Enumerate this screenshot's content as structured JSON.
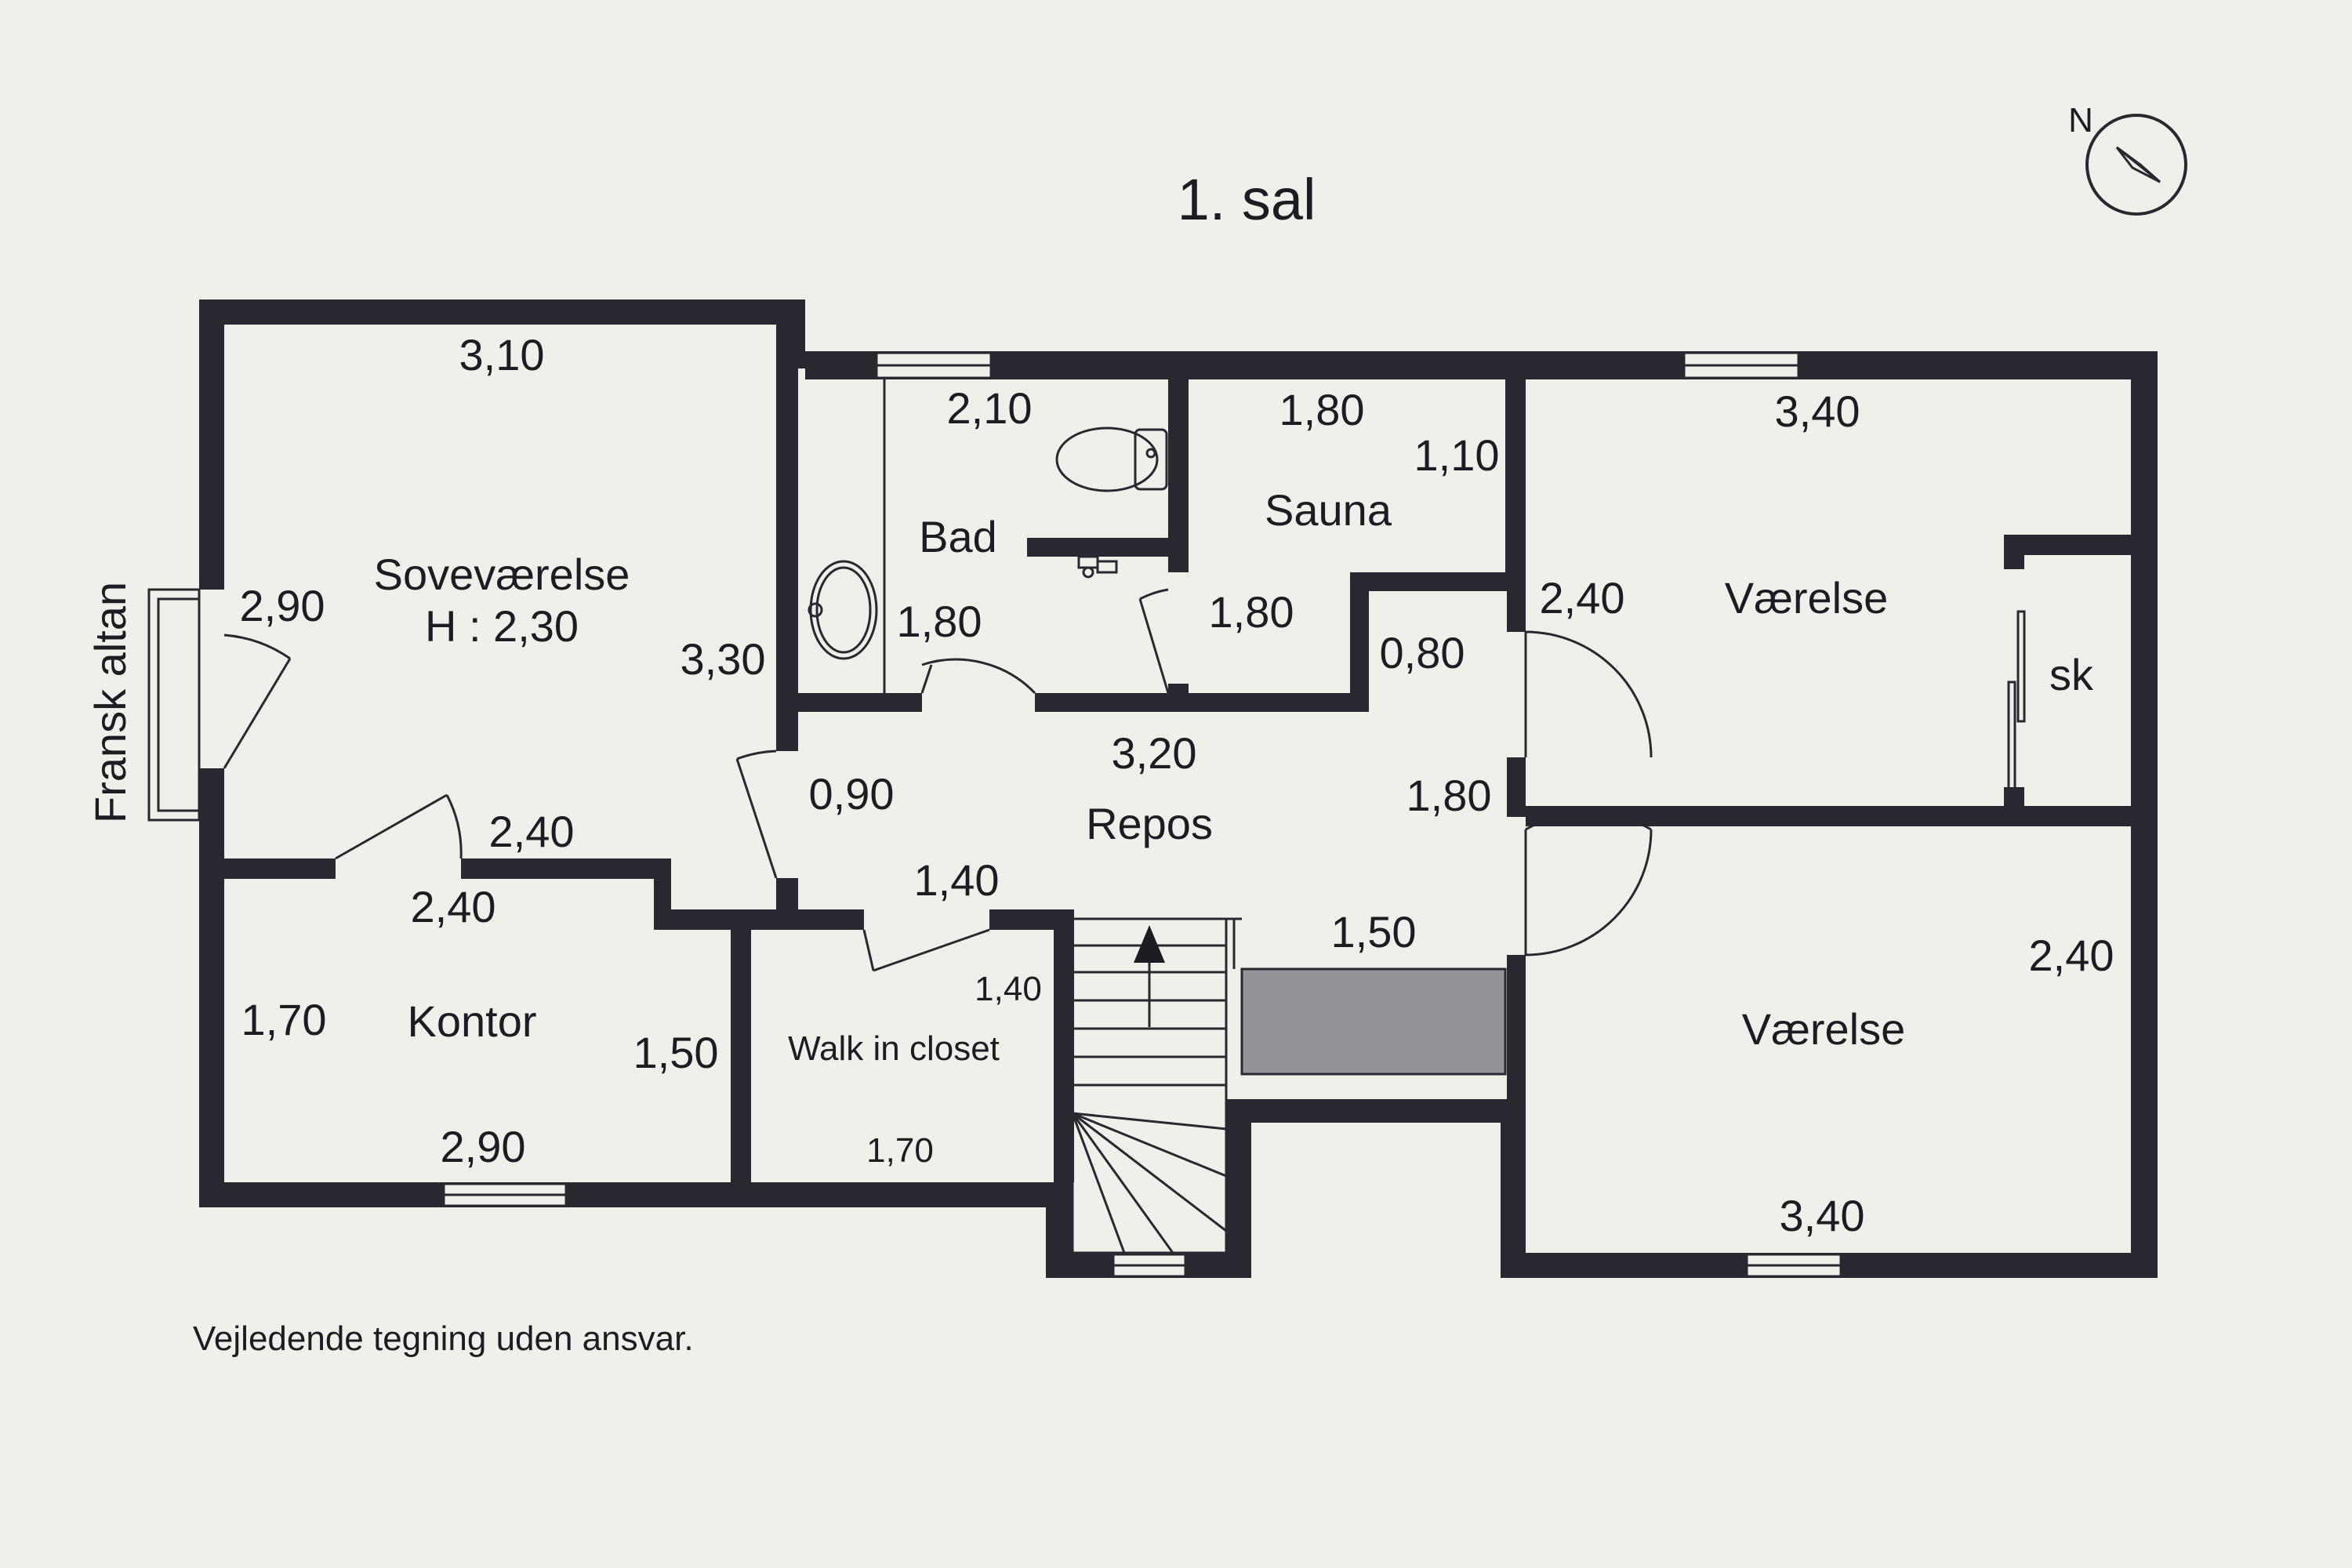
{
  "floor_title": "1. sal",
  "compass": {
    "label": "N",
    "icon": "compass-icon"
  },
  "disclaimer": "Vejledende tegning uden ansvar.",
  "balcony_label": "Fransk altan",
  "rooms": {
    "bedroom": {
      "name": "Soveværelse",
      "height": "H : 2,30",
      "dim_top": "3,10",
      "dim_left": "2,90",
      "dim_right": "3,30",
      "dim_bottom": "2,40"
    },
    "bath": {
      "name": "Bad",
      "dim_top": "2,10",
      "dim_side": "1,80"
    },
    "sauna": {
      "name": "Sauna",
      "dim_top": "1,80",
      "dim_right": "1,10",
      "dim_bottom": "1,80"
    },
    "room_ne": {
      "name": "Værelse",
      "dim_top": "3,40",
      "dim_left": "2,40",
      "closet": "sk"
    },
    "landing": {
      "name": "Repos",
      "dim_top": "3,20",
      "dim_left": "0,90",
      "dim_lower": "1,40",
      "dim_right_a": "0,80",
      "dim_right_b": "1,80",
      "dim_bottom": "1,50"
    },
    "office": {
      "name": "Kontor",
      "dim_top": "2,40",
      "dim_left": "1,70",
      "dim_right": "1,50",
      "dim_bottom": "2,90"
    },
    "walkin": {
      "name": "Walk in closet",
      "dim_right": "1,40",
      "dim_bottom": "1,70"
    },
    "room_se": {
      "name": "Værelse",
      "dim_right": "2,40",
      "dim_bottom": "3,40"
    }
  },
  "colors": {
    "wall": "#2b2730",
    "background": "#f0efe9",
    "void": "#949198"
  }
}
